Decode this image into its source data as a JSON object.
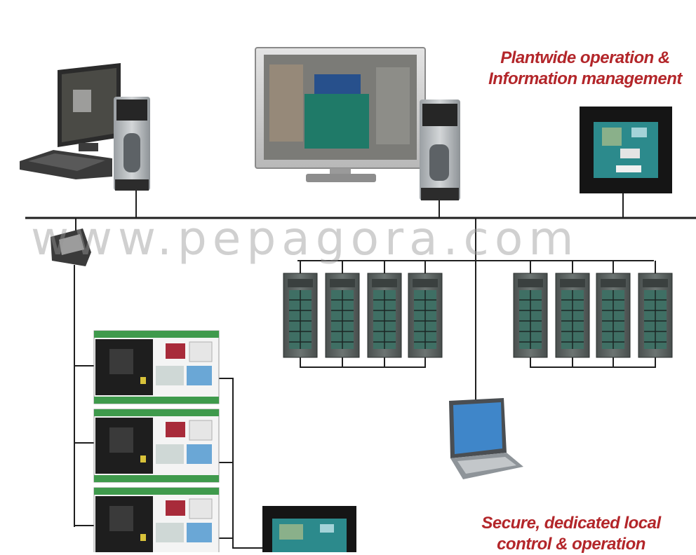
{
  "captions": {
    "top": [
      "Plantwide operation &",
      "Information management"
    ],
    "bottom": [
      "Secure, dedicated local",
      "control & operation"
    ]
  },
  "watermark": "www.pepagora.com",
  "colors": {
    "caption_red": "#b3262a",
    "network_line": "#1f1f1f",
    "hmi_screen": "#2c8a8c",
    "plc_green": "#3f9a4c",
    "drive_body": "#5c6462",
    "laptop_screen": "#3f86c9"
  },
  "devices": [
    {
      "name": "engineering-workstation",
      "icon": "desktop-pc-icon"
    },
    {
      "name": "operator-station",
      "icon": "large-monitor-pc-icon"
    },
    {
      "name": "panel-hmi-top",
      "icon": "touch-panel-icon"
    },
    {
      "name": "network-switch",
      "icon": "switch-icon"
    },
    {
      "name": "drive-group-left",
      "icon": "drive-cabinet-icon",
      "count": 4
    },
    {
      "name": "drive-group-right",
      "icon": "drive-cabinet-icon",
      "count": 4
    },
    {
      "name": "plc-rack-stack",
      "icon": "plc-rack-icon",
      "count": 3
    },
    {
      "name": "laptop",
      "icon": "laptop-icon"
    },
    {
      "name": "panel-hmi-bottom",
      "icon": "touch-panel-icon"
    }
  ]
}
